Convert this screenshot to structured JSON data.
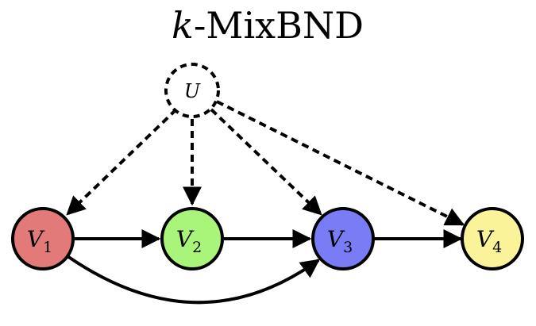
{
  "title": {
    "prefix": "k",
    "suffix": "-MixBND"
  },
  "nodes": {
    "u": {
      "label": "U",
      "style": "dashed",
      "color": "#ffffff"
    },
    "v1": {
      "letter": "V",
      "sub": "1",
      "color": "#e37a7a"
    },
    "v2": {
      "letter": "V",
      "sub": "2",
      "color": "#a8f57a"
    },
    "v3": {
      "letter": "V",
      "sub": "3",
      "color": "#7a7cf5"
    },
    "v4": {
      "letter": "V",
      "sub": "4",
      "color": "#fbf39a"
    }
  },
  "edges": [
    {
      "from": "u",
      "to": "v1",
      "style": "dashed"
    },
    {
      "from": "u",
      "to": "v2",
      "style": "dashed"
    },
    {
      "from": "u",
      "to": "v3",
      "style": "dashed"
    },
    {
      "from": "u",
      "to": "v4",
      "style": "dashed"
    },
    {
      "from": "v1",
      "to": "v2",
      "style": "solid"
    },
    {
      "from": "v2",
      "to": "v3",
      "style": "solid"
    },
    {
      "from": "v3",
      "to": "v4",
      "style": "solid"
    },
    {
      "from": "v1",
      "to": "v3",
      "style": "solid-curved"
    }
  ]
}
